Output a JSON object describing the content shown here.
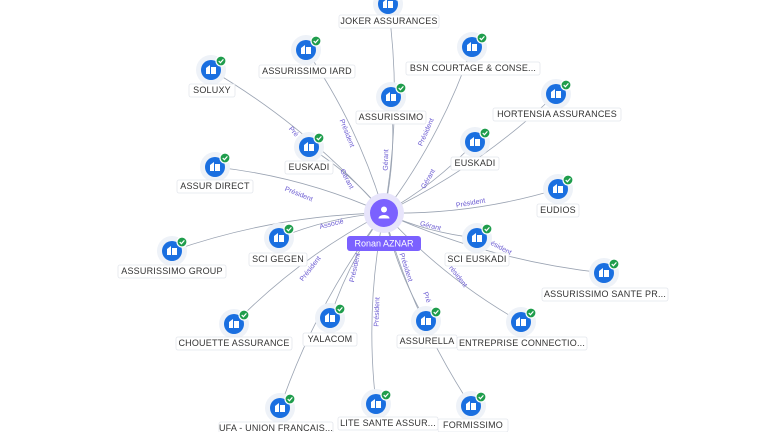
{
  "center": {
    "label": "Ronan AZNAR",
    "icon": "person-icon",
    "color": "#7b61ff"
  },
  "colors": {
    "company": "#1a6fe0",
    "check": "#1f9d4c",
    "edge": "#9aa3b2",
    "edge_label": "#6b5bd2"
  },
  "companies": [
    {
      "label": "JOKER ASSURANCES",
      "icon": "building-icon",
      "role": ""
    },
    {
      "label": "ASSURISSIMO IARD",
      "icon": "building-icon",
      "role": "Président"
    },
    {
      "label": "BSN COURTAGE & CONSE...",
      "icon": "building-icon",
      "role": "Président"
    },
    {
      "label": "SOLUXY",
      "icon": "building-icon",
      "role": "Pré"
    },
    {
      "label": "ASSURISSIMO",
      "icon": "building-icon",
      "role": "Gérant"
    },
    {
      "label": "HORTENSIA ASSURANCES",
      "icon": "building-icon",
      "role": ""
    },
    {
      "label": "EUSKADI",
      "icon": "building-icon",
      "role": "Gérant"
    },
    {
      "label": "EUSKADI",
      "icon": "building-icon",
      "role": "Gérant"
    },
    {
      "label": "ASSUR DIRECT",
      "icon": "building-icon",
      "role": "Président"
    },
    {
      "label": "EUDIOS",
      "icon": "building-icon",
      "role": "Président"
    },
    {
      "label": "ASSURISSIMO GROUP",
      "icon": "building-icon",
      "role": ""
    },
    {
      "label": "SCI GEGEN",
      "icon": "building-icon",
      "role": "Associé"
    },
    {
      "label": "SCI EUSKADI",
      "icon": "building-icon",
      "role": "Gérant"
    },
    {
      "label": "ASSURISSIMO SANTE PR...",
      "icon": "building-icon",
      "role": "Président"
    },
    {
      "label": "CHOUETTE ASSURANCE",
      "icon": "building-icon",
      "role": "Président"
    },
    {
      "label": "YALACOM",
      "icon": "building-icon",
      "role": "Président"
    },
    {
      "label": "ASSURELLA",
      "icon": "building-icon",
      "role": "Président"
    },
    {
      "label": "ENTREPRISE CONNECTIO...",
      "icon": "building-icon",
      "role": "Président"
    },
    {
      "label": "UFA - UNION FRANCAIS...",
      "icon": "building-icon",
      "role": ""
    },
    {
      "label": "LITE SANTE ASSUR...",
      "icon": "building-icon",
      "role": "Président"
    },
    {
      "label": "FORMISSIMO",
      "icon": "building-icon",
      "role": "Pré"
    }
  ]
}
